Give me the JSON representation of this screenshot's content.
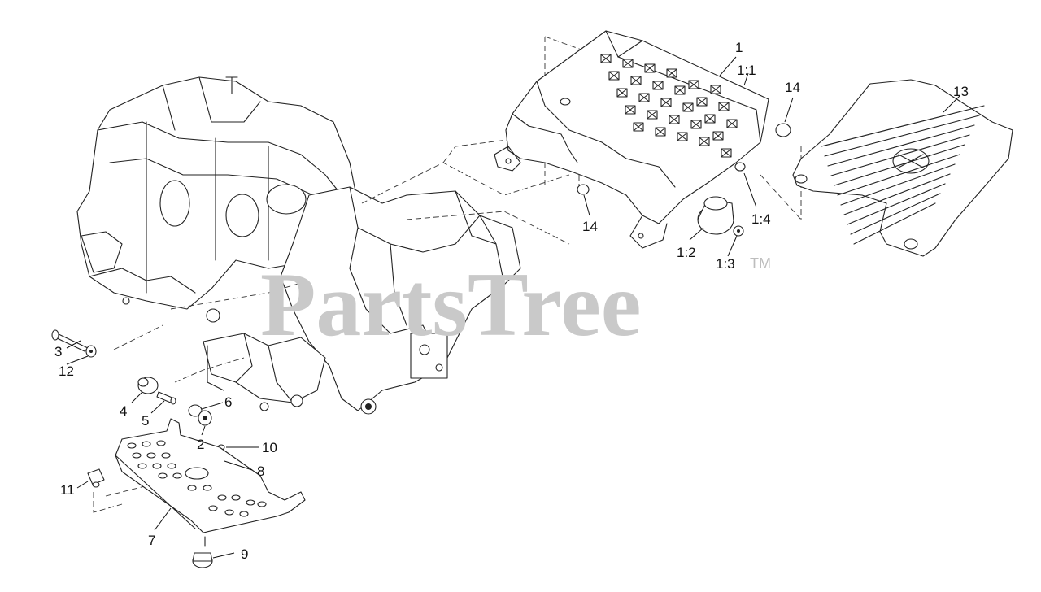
{
  "watermark": {
    "text": "PartsTree",
    "trademark": "TM"
  },
  "callouts": [
    {
      "id": "1"
    },
    {
      "id": "1:1"
    },
    {
      "id": "1:2"
    },
    {
      "id": "1:3"
    },
    {
      "id": "1:4"
    },
    {
      "id": "2"
    },
    {
      "id": "3"
    },
    {
      "id": "4"
    },
    {
      "id": "5"
    },
    {
      "id": "6"
    },
    {
      "id": "7"
    },
    {
      "id": "8"
    },
    {
      "id": "9"
    },
    {
      "id": "10"
    },
    {
      "id": "11"
    },
    {
      "id": "12"
    },
    {
      "id": "13"
    },
    {
      "id": "14"
    },
    {
      "id": "14"
    }
  ]
}
